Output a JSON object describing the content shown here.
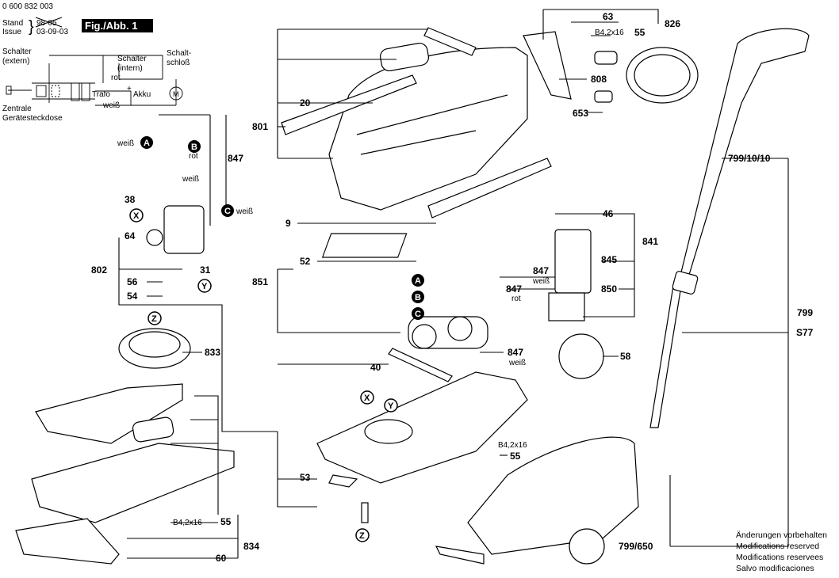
{
  "header": {
    "doc_number": "0 600 832 003",
    "stand_label": "Stand",
    "issue_label": "Issue",
    "stand_struck": "98-05",
    "issue_date": "03-09-03",
    "fig_label": "Fig./Abb. 1"
  },
  "schematic": {
    "schalter_extern_1": "Schalter",
    "schalter_extern_2": "(extern)",
    "schalter_intern_1": "Schalter",
    "schalter_intern_2": "(intern)",
    "schaltschloss_1": "Schalt-",
    "schaltschloss_2": "schloß",
    "rot": "rot",
    "trafo": "Trafo",
    "akku": "Akku",
    "weiss": "weiß",
    "zentrale_1": "Zentrale",
    "zentrale_2": "Gerätesteckdose",
    "plus": "+",
    "minus": "-",
    "motor": "M"
  },
  "parts": {
    "p20": "20",
    "p801": "801",
    "p9": "9",
    "p63": "63",
    "p826": "826",
    "p55a": "55",
    "screw_a": "B4,2x16",
    "p808": "808",
    "p653": "653",
    "p847a": "847",
    "p38": "38",
    "p64": "64",
    "p802": "802",
    "p31": "31",
    "p56": "56",
    "p54": "54",
    "p833": "833",
    "p46": "46",
    "p841": "841",
    "p845": "845",
    "p850": "850",
    "p52": "52",
    "p851": "851",
    "p847b": "847",
    "p847c": "847",
    "p847d": "847",
    "p58": "58",
    "p40": "40",
    "p55b": "55",
    "screw_b": "B4,2x16",
    "p53": "53",
    "p55c": "55",
    "screw_c": "B4,2x16",
    "p834": "834",
    "p60": "60",
    "p799_10_10": "799/10/10",
    "p799": "799",
    "s77": "S77",
    "p799_650": "799/650"
  },
  "wire_labels": {
    "weiss_a": "weiß",
    "rot_b": "rot",
    "weiss_c": "weiß",
    "weiss_38": "weiß",
    "weiss_847b": "weiß",
    "rot_847c": "rot",
    "weiss_847d": "weiß"
  },
  "markers": {
    "a": "A",
    "b": "B",
    "c": "C",
    "x": "X",
    "y": "Y",
    "z": "Z"
  },
  "footer_notes": [
    "Änderungen vorbehalten",
    "Modifications reserved",
    "Modifications reservees",
    "Salvo modificaciones"
  ]
}
